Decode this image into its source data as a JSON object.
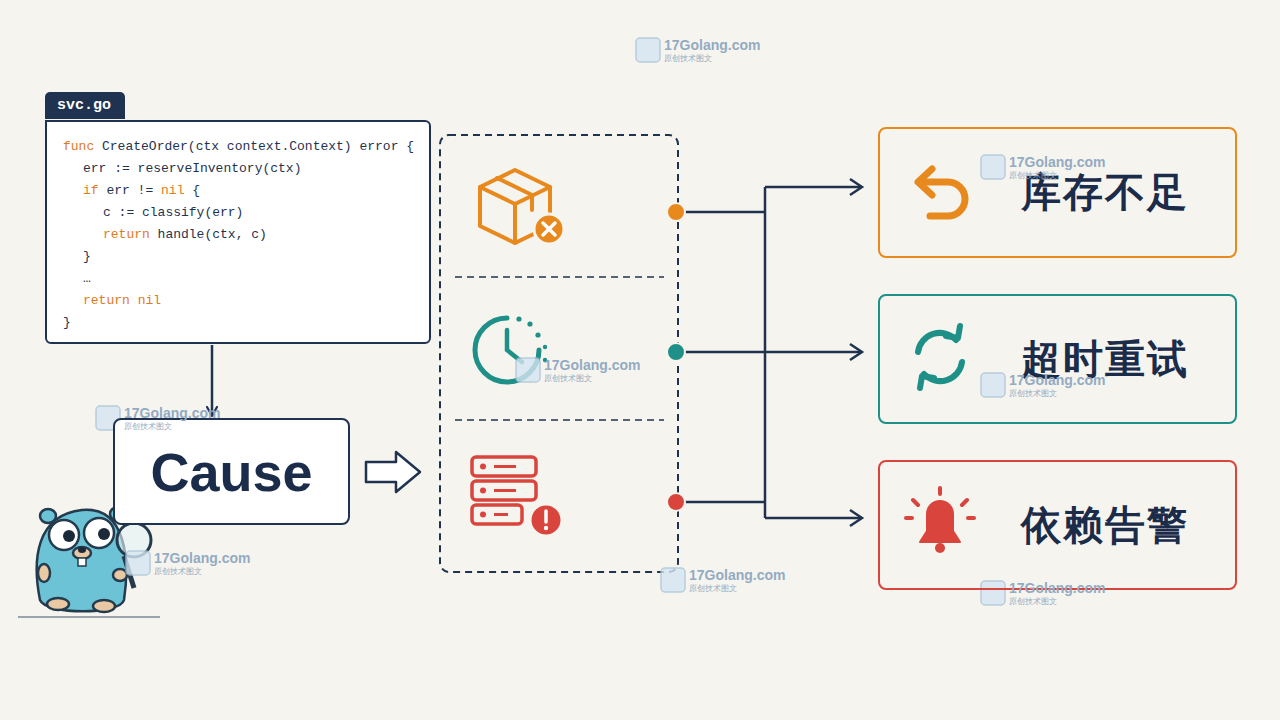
{
  "diagram": {
    "nodes": [
      {
        "text": [
          "svc.go",
          "func CreateOrder(ctx context.Context) error {",
          "err := reserveInventory(ctx)",
          "if err != nil {",
          "c := classify(err)",
          "return handle(ctx, c)",
          "}",
          "…",
          "return nil",
          "}"
        ]
      },
      {
        "text": [
          "Cause"
        ]
      },
      {
        "text": [
          "库存不足"
        ]
      },
      {
        "text": [
          "超时重试"
        ]
      },
      {
        "text": [
          "依赖告警"
        ]
      }
    ],
    "edges": [
      {
        "from": 0,
        "to": 1,
        "arrow": "to"
      }
    ],
    "labels": [
      "17Golang.com",
      "原创技术图文",
      "17Golang.com",
      "原创技术图文",
      "17Golang.com",
      "原创技术图文",
      "17Golang.com",
      "原创技术图文",
      "17Golang.com",
      "原创技术图文",
      "17Golang.com",
      "原创技术图文",
      "17Golang.com",
      "原创技术图文",
      "17Golang.com",
      "原创技术图文"
    ]
  }
}
